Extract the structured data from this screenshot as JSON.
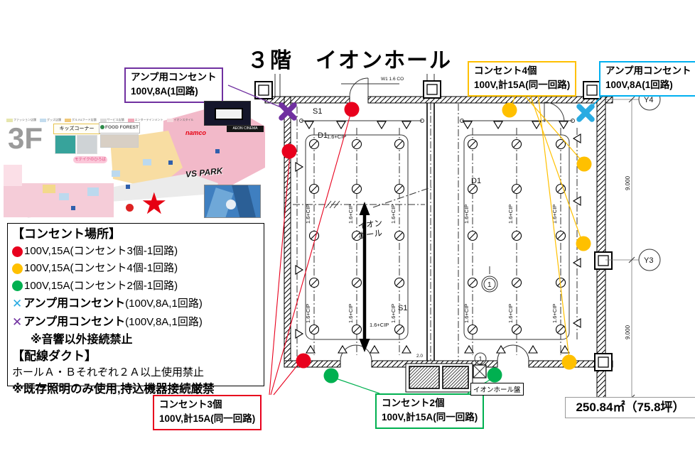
{
  "title": "３階　イオンホール",
  "callouts": {
    "amp_left": {
      "line1": "アンプ用コンセント",
      "line2": "100V,8A(1回路)",
      "color": "#7030a0"
    },
    "outlet4": {
      "line1": "コンセント4個",
      "line2": "100V,計15A(同一回路)",
      "color": "#ffc000"
    },
    "amp_right": {
      "line1": "アンプ用コンセント",
      "line2": "100V,8A(1回路)",
      "color": "#00b0f0"
    },
    "outlet3": {
      "line1": "コンセント3個",
      "line2": "100V,計15A(同一回路)",
      "color": "#e8001d"
    },
    "outlet2": {
      "line1": "コンセント2個",
      "line2": "100V,計15A(同一回路)",
      "color": "#00b050"
    }
  },
  "legend": {
    "heading1": "【コンセント場所】",
    "items": [
      {
        "marker": "dot",
        "color": "#e8001d",
        "text": "100V,15A(コンセント3個-1回路)"
      },
      {
        "marker": "dot",
        "color": "#ffc000",
        "text": "100V,15A(コンセント4個-1回路)"
      },
      {
        "marker": "dot",
        "color": "#00b050",
        "text": "100V,15A(コンセント2個-1回路)"
      },
      {
        "marker": "x",
        "glyph": "✕",
        "color": "#29abe2",
        "bold": "アンプ用コンセント",
        "rest": "(100V,8A,1回路)"
      },
      {
        "marker": "x",
        "glyph": "✕",
        "color": "#7030a0",
        "bold": "アンプ用コンセント",
        "rest": "(100V,8A,1回路)"
      }
    ],
    "note1": "※音響以外接続禁止",
    "heading2": "【配線ダクト】",
    "duct_note": "ホールＡ・Ｂそれぞれ２Ａ以上使用禁止",
    "note2": "※既存照明のみ使用,持込機器接続厳禁"
  },
  "map": {
    "floor": "3F",
    "legend": [
      {
        "label": "ファッション店舗"
      },
      {
        "label": "グッズ店舗"
      },
      {
        "label": "グルメ&フード店舗"
      },
      {
        "label": "サービス店舗"
      },
      {
        "label": "エンターテインメント"
      },
      {
        "label": "イオンスタイル"
      }
    ],
    "labels": {
      "kids": "キッズコーナー",
      "food_forest": "FOOD FOREST",
      "namco": "namco",
      "vspark": "VS PARK",
      "cinema": "AEON CINEMA",
      "plaza": "モテイクのひろば",
      "star": "★"
    }
  },
  "plan": {
    "hall_line1": "イオン",
    "hall_line2": "ホール",
    "cip": "1.6+CIP",
    "s1": "S1",
    "d1": "D1",
    "w1": "W1 1.6 CO",
    "dim20": "2.0",
    "panel_label": "イオンホール盤",
    "grid_y4": "Y4",
    "grid_y3": "Y3",
    "dim": "9.000",
    "circle_one": "1"
  },
  "area": {
    "text": "250.84㎡（75.8坪）"
  }
}
